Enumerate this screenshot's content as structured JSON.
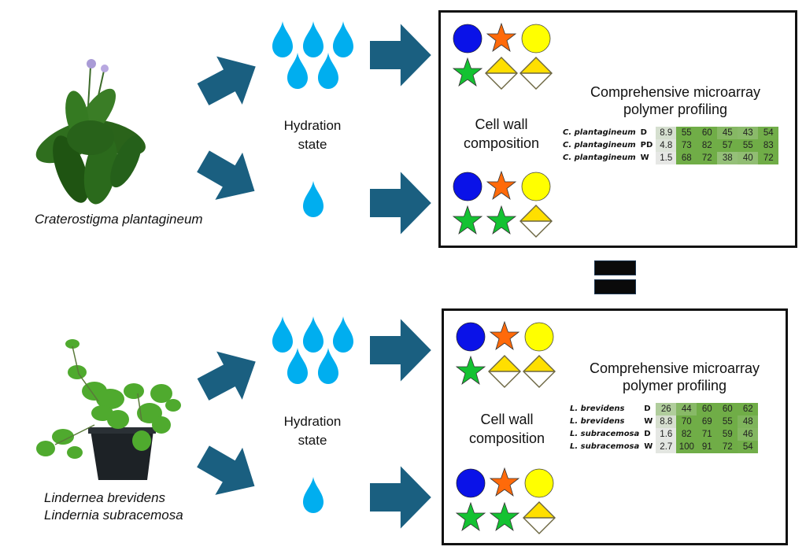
{
  "colors": {
    "arrow": "#1a5f80",
    "drop": "#00aeef",
    "box_border": "#111111",
    "equals": "#0a0a0a"
  },
  "top": {
    "species_label": "Craterostigma plantagineum",
    "hydration_label_line1": "Hydration",
    "hydration_label_line2": "state",
    "cell_wall_line1": "Cell wall",
    "cell_wall_line2": "composition",
    "profiling_line1": "Comprehensive microarray",
    "profiling_line2": "polymer profiling",
    "high_hydration_symbols": [
      "blue-circle",
      "orange-star",
      "yellow-circle",
      "green-star",
      "yellow-half-diamond",
      "yellow-half-diamond"
    ],
    "low_hydration_symbols": [
      "blue-circle",
      "orange-star",
      "yellow-circle",
      "green-star",
      "green-star",
      "yellow-half-diamond"
    ],
    "table": [
      {
        "species": "C. plantagineum",
        "treatment": "D",
        "values": [
          "8.9",
          "55",
          "60",
          "45",
          "43",
          "54"
        ]
      },
      {
        "species": "C. plantagineum",
        "treatment": "PD",
        "values": [
          "4.8",
          "73",
          "82",
          "57",
          "55",
          "83"
        ]
      },
      {
        "species": "C. plantagineum",
        "treatment": "W",
        "values": [
          "1.5",
          "68",
          "72",
          "38",
          "40",
          "72"
        ]
      }
    ]
  },
  "equals_sign": "=",
  "bottom": {
    "species_label_line1": "Lindernea brevidens",
    "species_label_line2": "Lindernia subracemosa",
    "hydration_label_line1": "Hydration",
    "hydration_label_line2": "state",
    "cell_wall_line1": "Cell wall",
    "cell_wall_line2": "composition",
    "profiling_line1": "Comprehensive microarray",
    "profiling_line2": "polymer profiling",
    "high_hydration_symbols": [
      "blue-circle",
      "orange-star",
      "yellow-circle",
      "green-star",
      "yellow-half-diamond",
      "yellow-half-diamond"
    ],
    "low_hydration_symbols": [
      "blue-circle",
      "orange-star",
      "yellow-circle",
      "green-star",
      "green-star",
      "yellow-half-diamond"
    ],
    "table": [
      {
        "species": "L. brevidens",
        "treatment": "D",
        "values": [
          "26",
          "44",
          "60",
          "60",
          "62"
        ]
      },
      {
        "species": "L. brevidens",
        "treatment": "W",
        "values": [
          "8.8",
          "70",
          "69",
          "55",
          "48"
        ]
      },
      {
        "species": "L. subracemosa",
        "treatment": "D",
        "values": [
          "1.6",
          "82",
          "71",
          "59",
          "46"
        ]
      },
      {
        "species": "L. subracemosa",
        "treatment": "W",
        "values": [
          "2.7",
          "100",
          "91",
          "72",
          "54"
        ]
      }
    ]
  }
}
